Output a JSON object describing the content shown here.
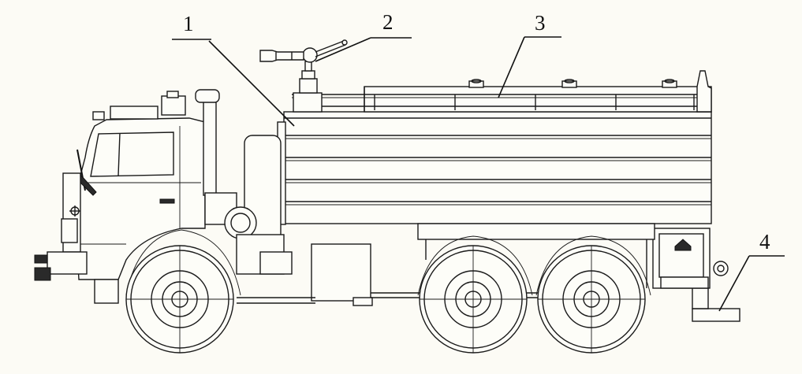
{
  "callouts": [
    {
      "label": "1"
    },
    {
      "label": "2"
    },
    {
      "label": "3"
    },
    {
      "label": "4"
    }
  ],
  "colors": {
    "background": "#fcfbf5",
    "line": "#1a1a1a"
  }
}
